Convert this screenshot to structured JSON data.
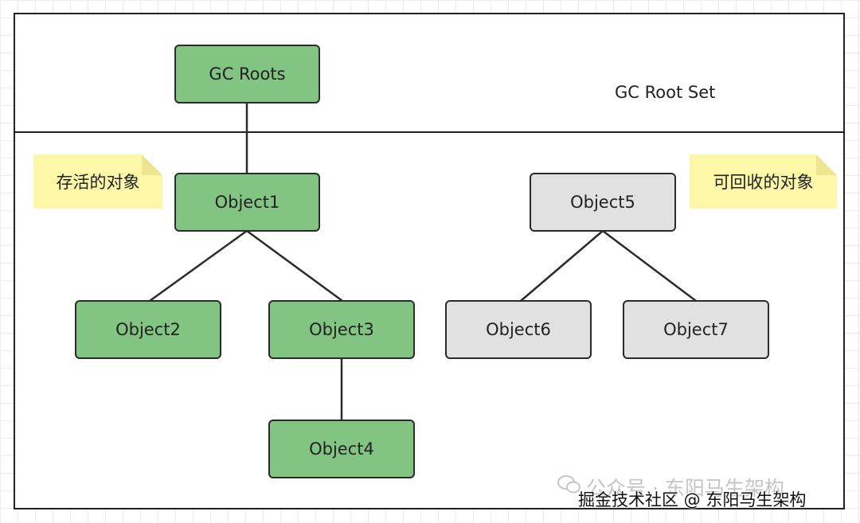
{
  "diagram": {
    "root_set_label": "GC Root Set",
    "nodes": {
      "gc_roots": "GC Roots",
      "object1": "Object1",
      "object2": "Object2",
      "object3": "Object3",
      "object4": "Object4",
      "object5": "Object5",
      "object6": "Object6",
      "object7": "Object7"
    },
    "notes": {
      "live": "存活的对象",
      "collectable": "可回收的对象"
    },
    "edges": [
      [
        "gc_roots",
        "object1"
      ],
      [
        "object1",
        "object2"
      ],
      [
        "object1",
        "object3"
      ],
      [
        "object3",
        "object4"
      ],
      [
        "object5",
        "object6"
      ],
      [
        "object5",
        "object7"
      ]
    ],
    "colors": {
      "live": "#82c481",
      "collectable": "#e1e1e1",
      "note": "#fdf7a8"
    }
  },
  "watermark": {
    "text": "公众号 · 东阳马生架构",
    "icon": "wechat-icon"
  },
  "footer": {
    "text": "掘金技术社区 @ 东阳马生架构"
  }
}
